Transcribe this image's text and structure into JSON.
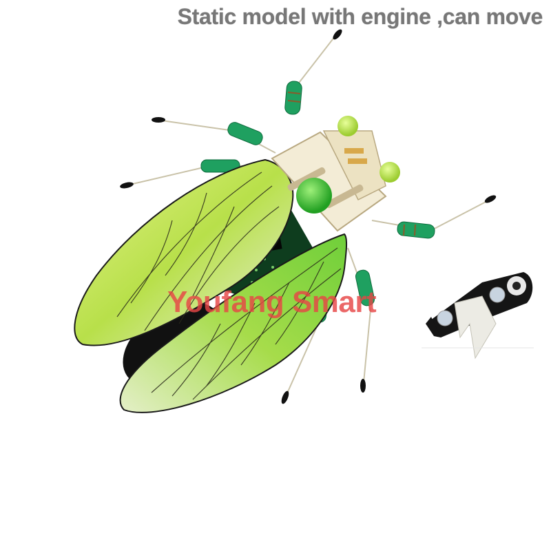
{
  "image": {
    "headline": "Static model with engine ,can move",
    "watermark": "Youfang Smart",
    "subjects": {
      "main": "green-cicada-mechanical-model",
      "inset": "engine-module-with-wing-mount"
    },
    "colors": {
      "headline_text": "#777777",
      "watermark_text": "#e64646",
      "wing_green": "#b8e04a",
      "wing_deep_green": "#5fc23a",
      "bead_green": "#3cc43c",
      "resistor_green": "#1fa060",
      "head_plate": "#f3ecd6",
      "pcb": "#0e3d1e",
      "engine_body": "#1a1a1a",
      "engine_discs": "#c8d4e0",
      "background": "#ffffff"
    }
  }
}
